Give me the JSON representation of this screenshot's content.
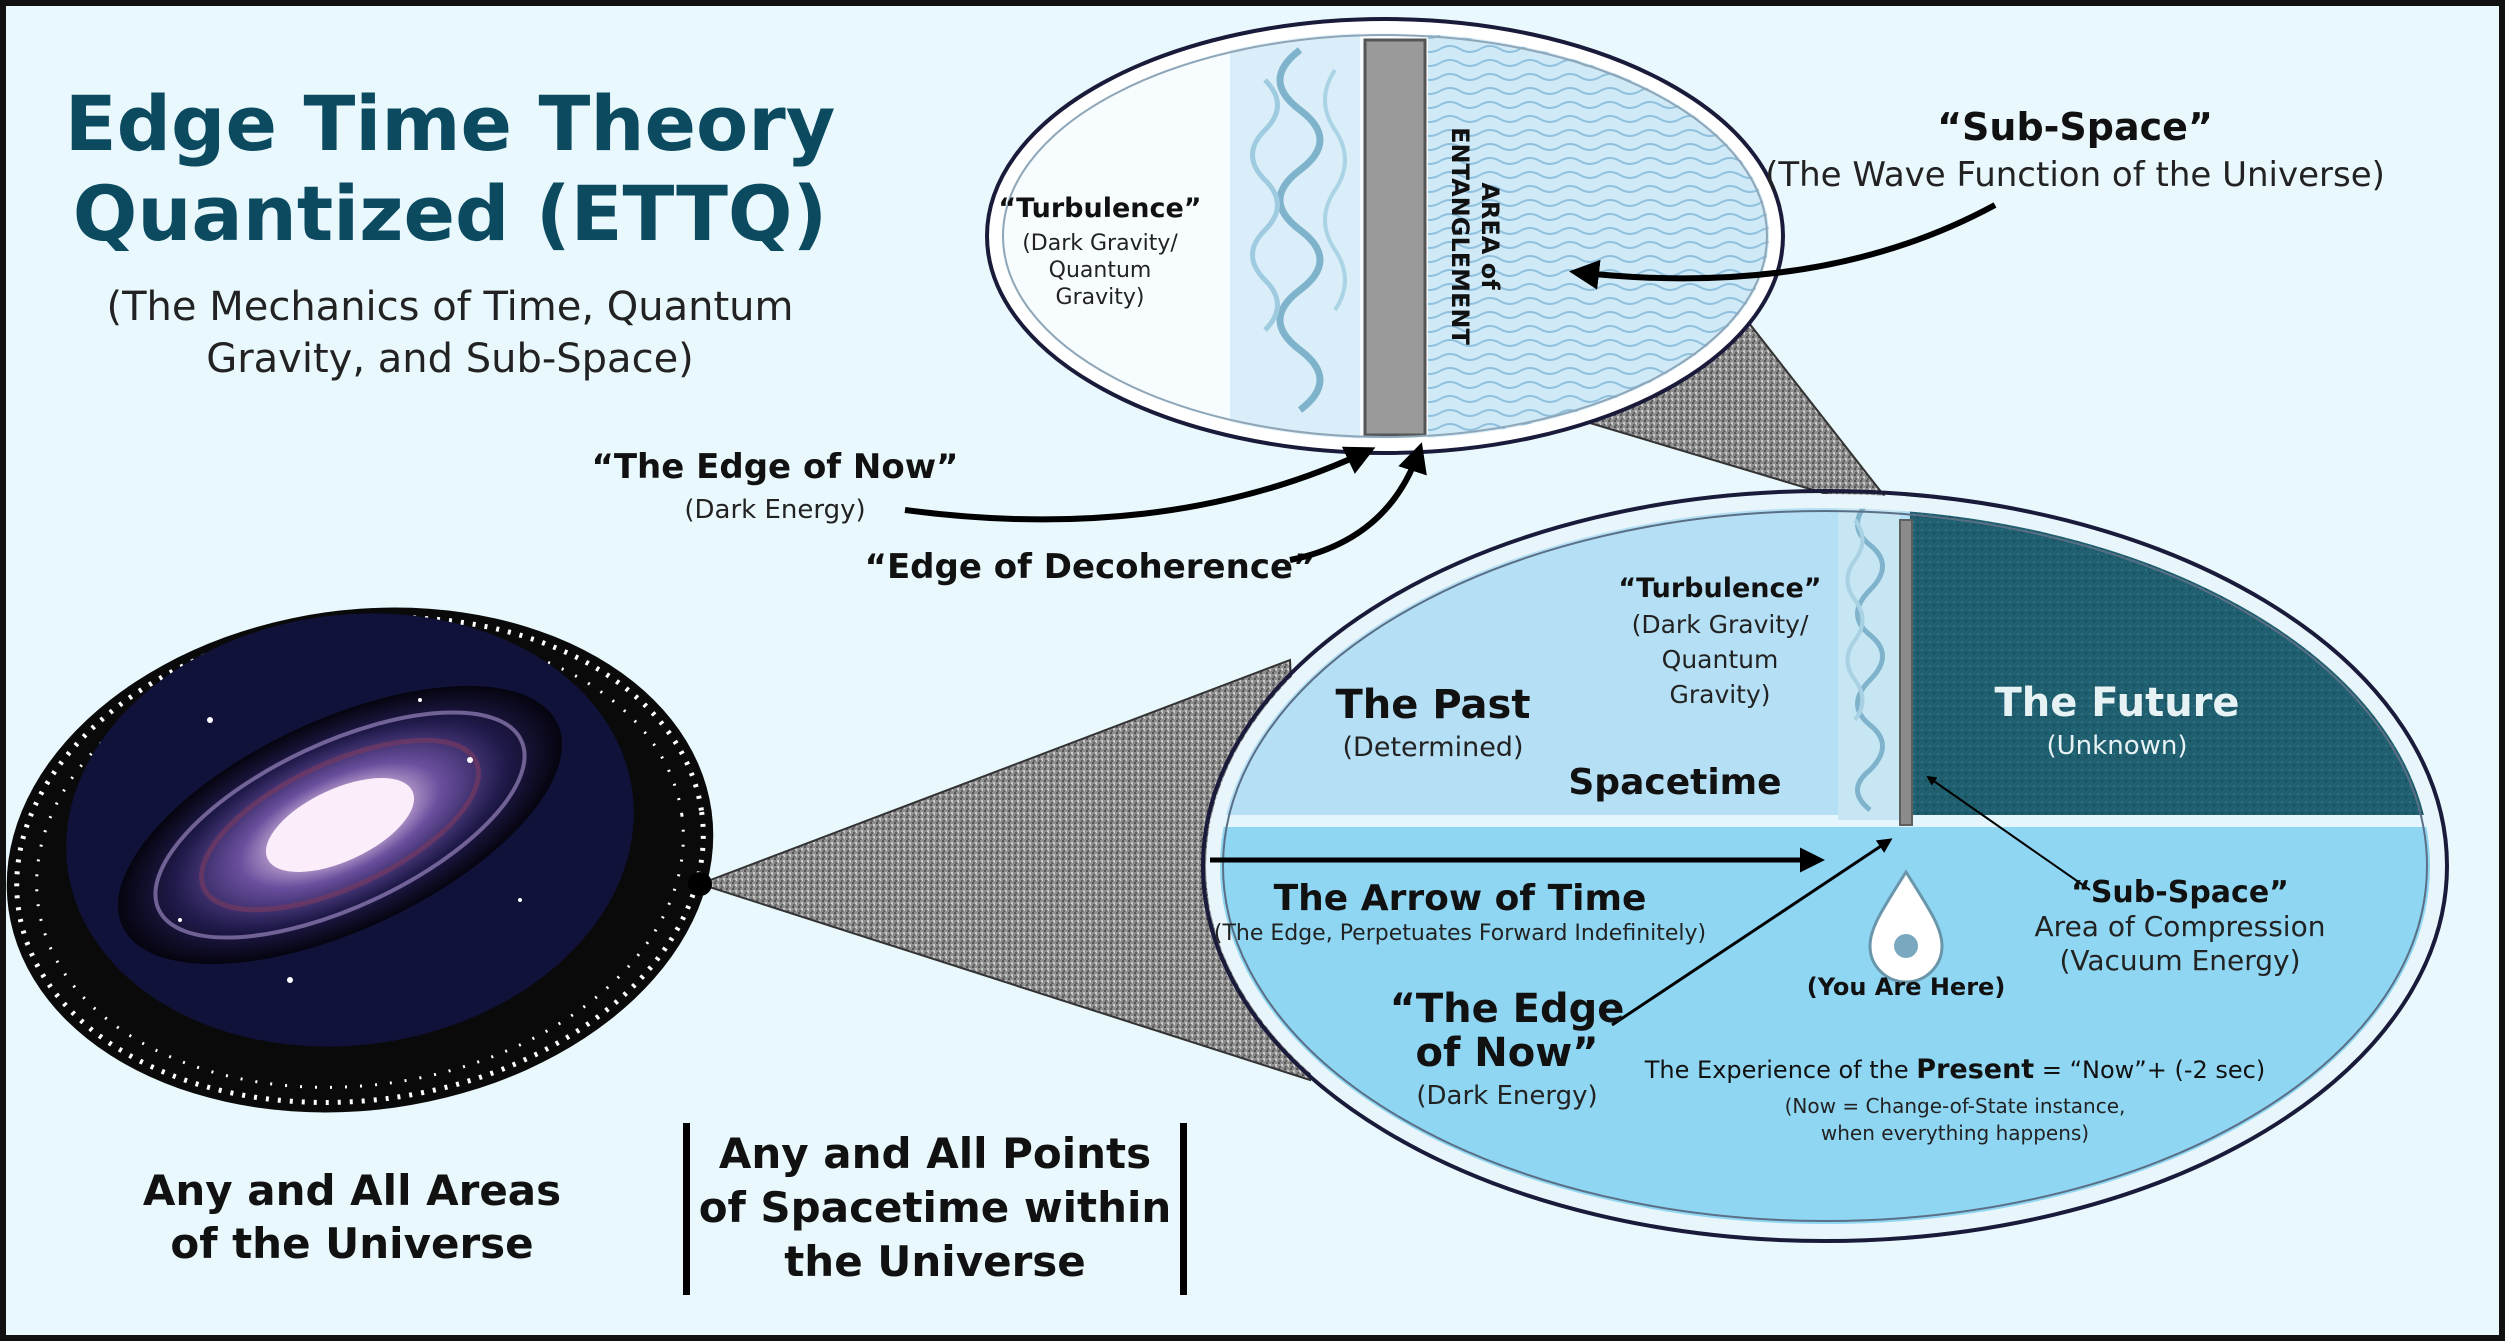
{
  "title": {
    "line1": "Edge Time Theory",
    "line2": "Quantized (ETTQ)",
    "subtitle_line1": "(The Mechanics of Time, Quantum",
    "subtitle_line2": "Gravity, and Sub-Space)"
  },
  "zoom_top": {
    "turbulence_title": "“Turbulence”",
    "turbulence_line1": "(Dark Gravity/",
    "turbulence_line2": "Quantum",
    "turbulence_line3": "Gravity)",
    "entanglement_line1": "AREA of",
    "entanglement_line2": "ENTANGLEMENT"
  },
  "subspace_top": {
    "title": "“Sub-Space”",
    "desc": "(The Wave Function of the Universe)"
  },
  "edge_now_top": {
    "title": "“The Edge of Now”",
    "desc": "(Dark Energy)"
  },
  "decoherence": {
    "title": "“Edge of Decoherence”"
  },
  "big_ellipse": {
    "past_title": "The Past",
    "past_desc": "(Determined)",
    "turbulence_title": "“Turbulence”",
    "turbulence_line1": "(Dark Gravity/",
    "turbulence_line2": "Quantum",
    "turbulence_line3": "Gravity)",
    "spacetime": "Spacetime",
    "future_title": "The Future",
    "future_desc": "(Unknown)",
    "arrow_title": "The Arrow of Time",
    "arrow_desc": "(The Edge, Perpetuates Forward Indefinitely)",
    "you_are_here": "(You Are Here)",
    "subspace_title": "“Sub-Space”",
    "subspace_line1": "Area of Compression",
    "subspace_line2": "(Vacuum Energy)",
    "edge_now_line1": "“The Edge",
    "edge_now_line2": "of Now”",
    "edge_now_desc": "(Dark Energy)",
    "present_prefix": "The Experience of the ",
    "present_bold": "Present",
    "present_suffix": " = “Now”+  (-2 sec)",
    "note_line1": "(Now = Change-of-State instance,",
    "note_line2": "when everything happens)"
  },
  "bottom": {
    "areas_line1": "Any and All Areas",
    "areas_line2": "of the Universe",
    "points_line1": "Any and All Points",
    "points_line2": "of Spacetime within",
    "points_line3": "the Universe"
  },
  "colors": {
    "background": "#e9f8fc",
    "title": "#0c4a60",
    "past": "#b4dff4",
    "present": "#8fd6f3",
    "future": "#1f5f6f"
  }
}
